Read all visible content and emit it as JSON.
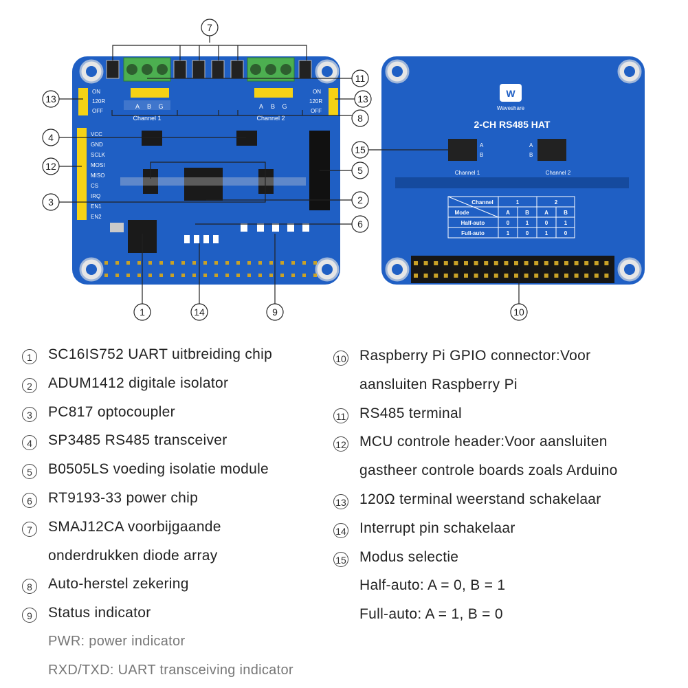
{
  "boards": {
    "back_title": "2-CH RS485 HAT",
    "brand": "Waveshare",
    "channel_1": "Channel 1",
    "channel_2": "Channel 2",
    "terminal_labels": [
      "A",
      "B",
      "G"
    ],
    "switch_labels": [
      "ON",
      "120R",
      "OFF"
    ],
    "mcu_pins": [
      "VCC",
      "GND",
      "SCLK",
      "MOSI",
      "MISO",
      "CS",
      "IRQ",
      "EN1",
      "EN2"
    ],
    "mode_table": {
      "header": [
        "Channel",
        "1",
        "",
        "2",
        ""
      ],
      "sub": [
        "Mode",
        "A",
        "B",
        "A",
        "B"
      ],
      "rows": [
        [
          "Half-auto",
          "0",
          "1",
          "0",
          "1"
        ],
        [
          "Full-auto",
          "1",
          "0",
          "1",
          "0"
        ]
      ]
    }
  },
  "callouts": [
    "1",
    "2",
    "3",
    "4",
    "5",
    "6",
    "7",
    "8",
    "9",
    "10",
    "11",
    "12",
    "13",
    "14",
    "15"
  ],
  "legend_left": [
    {
      "num": "1",
      "text": "SC16IS752 UART uitbreiding chip"
    },
    {
      "num": "2",
      "text": "ADUM1412 digitale isolator"
    },
    {
      "num": "3",
      "text": "PC817 optocoupler"
    },
    {
      "num": "4",
      "text": "SP3485 RS485 transceiver"
    },
    {
      "num": "5",
      "text": "B0505LS voeding isolatie module"
    },
    {
      "num": "6",
      "text": "RT9193-33 power chip"
    },
    {
      "num": "7",
      "text": "SMAJ12CA voorbijgaande",
      "cont": "onderdrukken diode array"
    },
    {
      "num": "8",
      "text": "Auto-herstel zekering"
    },
    {
      "num": "9",
      "text": "Status indicator",
      "subs": [
        "PWR: power indicator",
        "RXD/TXD: UART transceiving indicator"
      ]
    }
  ],
  "legend_right": [
    {
      "num": "10",
      "text": "Raspberry Pi GPIO connector:Voor",
      "cont": "aansluiten Raspberry Pi"
    },
    {
      "num": "11",
      "text": "RS485 terminal"
    },
    {
      "num": "12",
      "text": "MCU controle header:Voor aansluiten",
      "cont": "gastheer controle boards zoals Arduino"
    },
    {
      "num": "13",
      "text": "120Ω terminal weerstand schakelaar"
    },
    {
      "num": "14",
      "text": "Interrupt pin schakelaar"
    },
    {
      "num": "15",
      "text": "Modus selectie",
      "subs": [
        "Half-auto: A = 0, B = 1",
        "Full-auto: A = 1, B = 0"
      ]
    }
  ],
  "colors": {
    "pcb": "#1f5fc4",
    "pcb_dark": "#154a9e",
    "terminal": "#4caf50",
    "header_pin": "#f5d215"
  }
}
